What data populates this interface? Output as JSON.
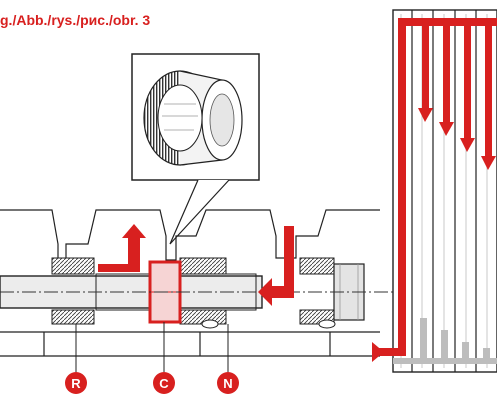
{
  "figure": {
    "title": "g./Abb./rys./рис./obr. 3"
  },
  "markers": [
    {
      "id": "R",
      "label": "R"
    },
    {
      "id": "C",
      "label": "C"
    },
    {
      "id": "N",
      "label": "N"
    }
  ],
  "colors": {
    "accent": "#d8201f",
    "line": "#222222",
    "pipe_fill": "#ececec",
    "thread_fill": "#c8c8c8",
    "seal_fill": "#f6d4d4",
    "ghost_arrows": "#bdbdbd"
  }
}
